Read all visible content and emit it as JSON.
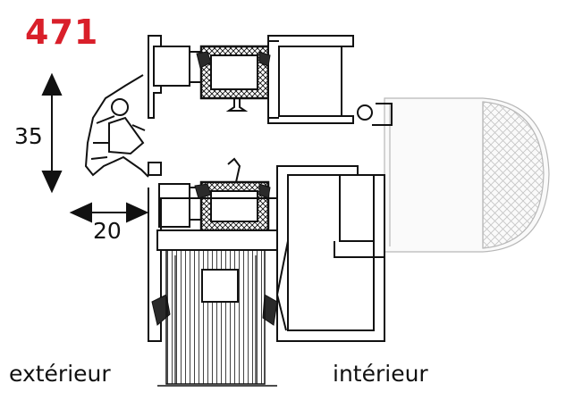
{
  "product": {
    "reference": "471",
    "reference_color": "#d91f2a"
  },
  "dimensions": {
    "height": "35",
    "width": "20"
  },
  "labels": {
    "exterior": "extérieur",
    "interior": "intérieur"
  },
  "colors": {
    "line": "#111111",
    "ghost": "#b8b8b8",
    "gasket": "#2a2a2a"
  }
}
